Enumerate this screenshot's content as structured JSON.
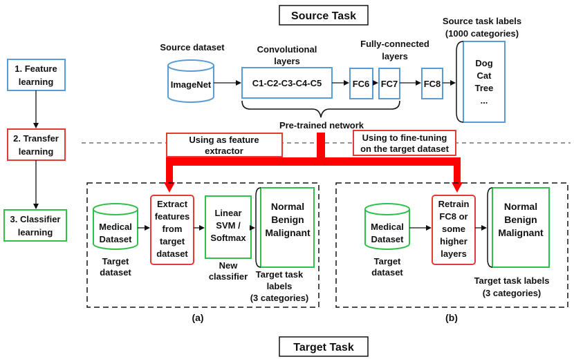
{
  "titles": {
    "source": "Source Task",
    "target": "Target Task"
  },
  "steps": [
    {
      "lines": [
        "1. Feature",
        "learning"
      ],
      "color": "#5b9bd5"
    },
    {
      "lines": [
        "2. Transfer",
        "learning"
      ],
      "color": "#e53935"
    },
    {
      "lines": [
        "3. Classifier",
        "learning"
      ],
      "color": "#2fbf4a"
    }
  ],
  "source": {
    "dataset_label": "Source dataset",
    "dataset_name": "ImageNet",
    "conv_header": [
      "Convolutional",
      "layers"
    ],
    "conv_block": "C1-C2-C3-C4-C5",
    "fc_header": [
      "Fully-connected",
      "layers"
    ],
    "fc6": "FC6",
    "fc7": "FC7",
    "fc8": "FC8",
    "labels_header": [
      "Source task labels",
      "(1000 categories)"
    ],
    "labels": [
      "Dog",
      "Cat",
      "Tree",
      "..."
    ],
    "pretrained": "Pre-trained network"
  },
  "transfer": {
    "feature_extractor": [
      "Using as feature",
      "extractor"
    ],
    "fine_tuning": [
      "Using to fine-tuning",
      "on the target dataset"
    ]
  },
  "panel_a": {
    "dataset_name": [
      "Medical",
      "Dataset"
    ],
    "dataset_caption": [
      "Target",
      "dataset"
    ],
    "extract": [
      "Extract",
      "features",
      "from",
      "target",
      "dataset"
    ],
    "classifier": [
      "Linear",
      "SVM /",
      "Softmax"
    ],
    "classifier_caption": [
      "New",
      "classifier"
    ],
    "labels": [
      "Normal",
      "Benign",
      "Malignant"
    ],
    "labels_caption": [
      "Target task",
      "labels",
      "(3 categories)"
    ],
    "caption": "(a)"
  },
  "panel_b": {
    "dataset_name": [
      "Medical",
      "Dataset"
    ],
    "dataset_caption": [
      "Target",
      "dataset"
    ],
    "retrain": [
      "Retrain",
      "FC8 or",
      "some",
      "higher",
      "layers"
    ],
    "labels": [
      "Normal",
      "Benign",
      "Malignant"
    ],
    "labels_caption": [
      "Target task labels",
      "(3 categories)"
    ],
    "caption": "(b)"
  },
  "colors": {
    "blue": "#5b9bd5",
    "red": "#e53935",
    "green": "#2fbf4a",
    "arrow_red": "#ff0000"
  }
}
